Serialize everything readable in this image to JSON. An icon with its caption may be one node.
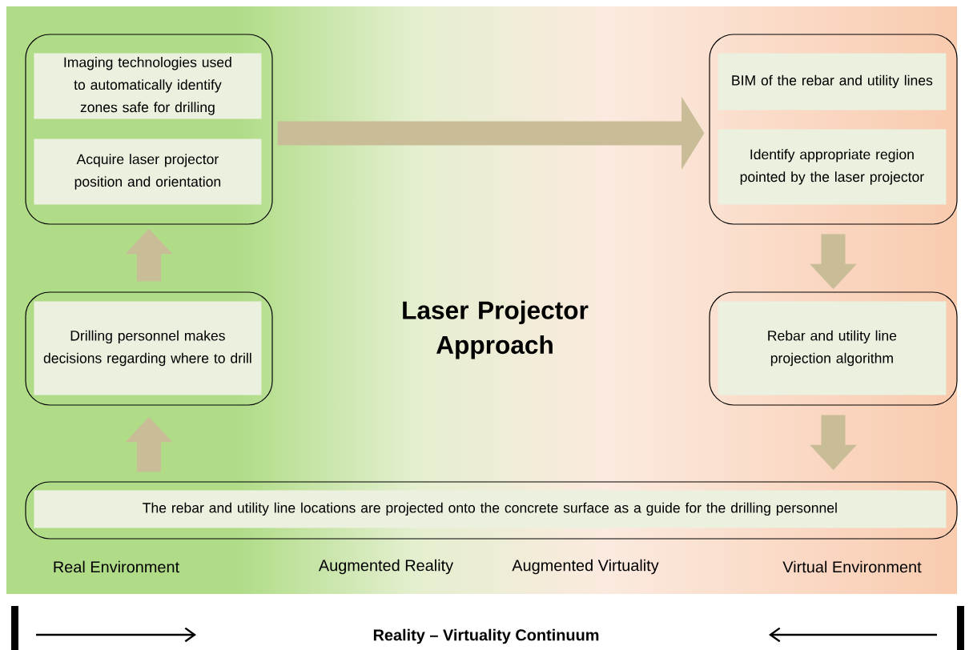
{
  "diagram": {
    "title": "Laser Projector Approach",
    "nodes": [
      {
        "text": [],
        "shape": "box"
      },
      {
        "text": [
          "Imaging technologies used to automatically identify zones safe for drilling"
        ],
        "in": 0
      },
      {
        "text": [
          "Acquire laser projector position and orientation"
        ],
        "in": 0
      },
      {
        "text": [],
        "shape": "box"
      },
      {
        "text": [
          "BIM of the rebar and utility lines"
        ],
        "in": 3
      },
      {
        "text": [
          "Identify appropriate region pointed by the laser projector"
        ],
        "in": 3
      },
      {
        "text": [],
        "shape": "box"
      },
      {
        "text": [
          "Drilling personnel makes decisions regarding where to drill"
        ],
        "in": 6
      },
      {
        "text": [],
        "shape": "box"
      },
      {
        "text": [
          "Rebar and utility line projection algorithm"
        ],
        "in": 8
      },
      {
        "text": [],
        "shape": "box"
      },
      {
        "text": [
          "The rebar and utility line locations are projected onto the concrete surface as a guide for the drilling personnel"
        ],
        "in": 10
      }
    ],
    "edges": [
      {
        "from": 0,
        "to": 3,
        "arrow": "to"
      },
      {
        "from": 3,
        "to": 8,
        "arrow": "to"
      },
      {
        "from": 8,
        "to": 10,
        "arrow": "to"
      },
      {
        "from": 10,
        "to": 6,
        "arrow": "to"
      },
      {
        "from": 6,
        "to": 0,
        "arrow": "to"
      }
    ],
    "labels": [
      "Real Environment",
      "Augmented Reality",
      "Augmented Virtuality",
      "Virtual Environment",
      "Reality – Virtuality Continuum"
    ]
  }
}
